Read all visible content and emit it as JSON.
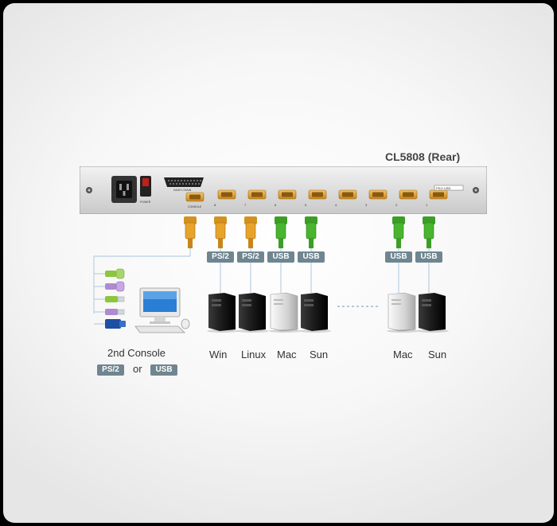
{
  "title": "CL5808 (Rear)",
  "rear_panel": {
    "power_label": "POWER",
    "daisy_label": "DAISY-CHAIN",
    "console_label": "CONSOLE",
    "port_numbers": [
      "8",
      "7",
      "6",
      "5",
      "4",
      "3",
      "2",
      "1"
    ],
    "model_badge": "PS/2 USB"
  },
  "ports": [
    {
      "interface": "PS/2",
      "os": "Win",
      "cable_color": "#e8a42a"
    },
    {
      "interface": "PS/2",
      "os": "Linux",
      "cable_color": "#e8a42a"
    },
    {
      "interface": "USB",
      "os": "Mac",
      "cable_color": "#49b52f"
    },
    {
      "interface": "USB",
      "os": "Sun",
      "cable_color": "#49b52f"
    },
    {
      "interface": "USB",
      "os": "Mac",
      "cable_color": "#49b52f"
    },
    {
      "interface": "USB",
      "os": "Sun",
      "cable_color": "#49b52f"
    }
  ],
  "console": {
    "title": "2nd Console",
    "option_a": "PS/2",
    "separator": "or",
    "option_b": "USB"
  },
  "colors": {
    "tag_bg": "#6f8691",
    "ps2_connector": "#e8a42a",
    "usb_connector": "#49b52f",
    "line": "#b9cfe4"
  }
}
